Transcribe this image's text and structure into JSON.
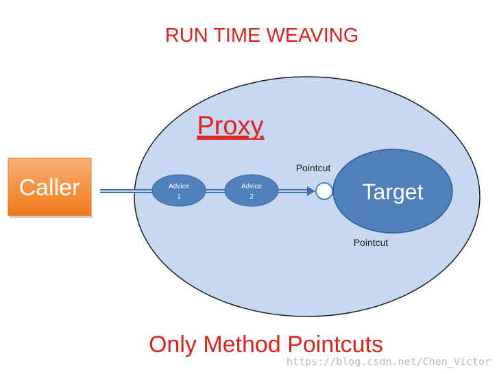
{
  "diagram": {
    "title": "RUN TIME WEAVING",
    "proxy_label": "Proxy",
    "caller_label": "Caller",
    "target_label": "Target",
    "advices": [
      {
        "line1": "Advice",
        "line2": "1"
      },
      {
        "line1": "Advice",
        "line2": "2"
      }
    ],
    "pointcut_top_label": "Pointcut",
    "pointcut_bottom_label": "Pointcut",
    "footer": "Only Method Pointcuts",
    "watermark": "https://blog.csdn.net/Chen_Victor",
    "colors": {
      "title_red": "#e0201b",
      "proxy_fill": "#c6d9f1",
      "dark_blue": "#4f81bd",
      "caller_orange": "#f79646"
    }
  }
}
